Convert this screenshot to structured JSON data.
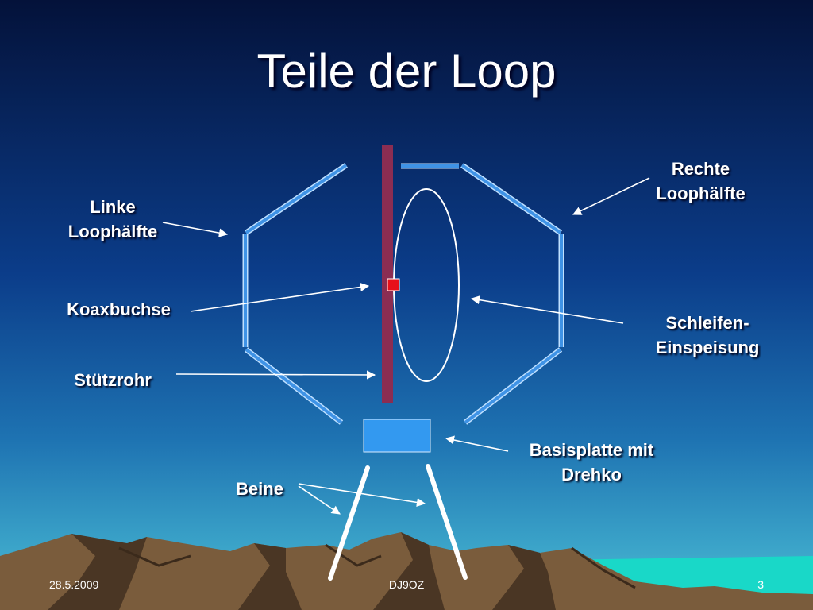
{
  "slide": {
    "title": "Teile der Loop",
    "labels": {
      "linke_1": "Linke",
      "linke_2": "Loophälfte",
      "rechte_1": "Rechte",
      "rechte_2": "Loophälfte",
      "koaxbuchse": "Koaxbuchse",
      "stuetzrohr": "Stützrohr",
      "schleifen_1": "Schleifen-",
      "schleifen_2": "Einspeisung",
      "basis_1": "Basisplatte mit",
      "basis_2": "Drehko",
      "beine": "Beine"
    },
    "footer": {
      "date": "28.5.2009",
      "author": "DJ9OZ",
      "page": "3"
    }
  },
  "colors": {
    "loop": "#3f93e6",
    "support_tube": "#8b2d52",
    "feed_box": "#e8101a",
    "base_plate": "#3399f0"
  }
}
